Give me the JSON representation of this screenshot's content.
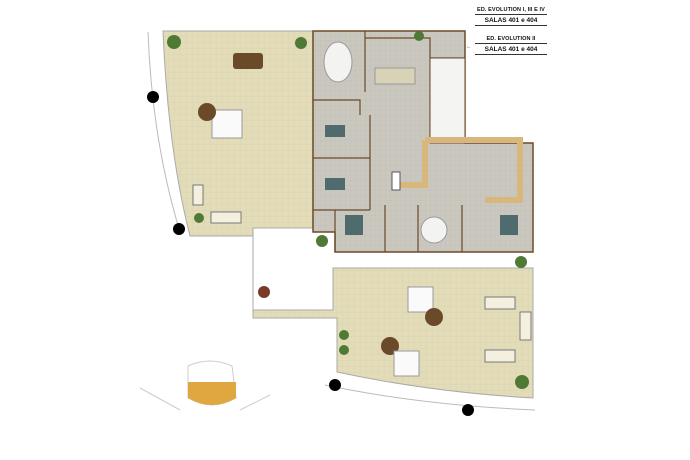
{
  "legend": [
    {
      "title": "ED. EVOLUTION I, III E IV",
      "rooms": "SALAS 401 e 404"
    },
    {
      "title": "ED. EVOLUTION II",
      "rooms": "SALAS 401 e 404"
    }
  ],
  "colors": {
    "terrace": "#e3dcb9",
    "office_floor": "#c9c6bd",
    "wall": "#6b4a2a",
    "wood": "#d9b77c",
    "chair": "#4f6b6e",
    "plant": "#4f7a35",
    "column": "#000000",
    "key_highlight": "#e0a640"
  }
}
